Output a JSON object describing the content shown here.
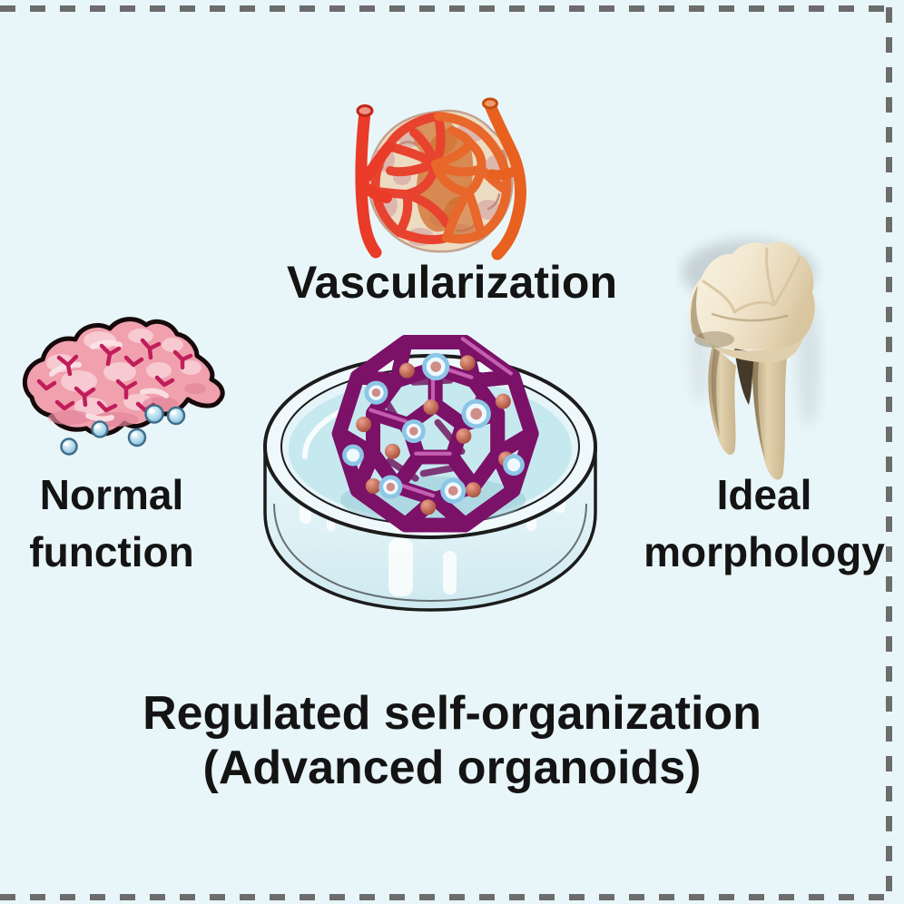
{
  "figure": {
    "type": "graphical-abstract-panel",
    "colors": {
      "background": "#e9f6f9",
      "dashed_border": "#6c6c6c",
      "text": "#141414",
      "vessel_red": "#e8432f",
      "vessel_orange": "#e8672b",
      "organoid_cage_magenta": "#a82790",
      "tissue_pink": "#f0a1ad",
      "tissue_mark_pink": "#c11d5b",
      "dish_liquid_blue": "#c6e8ef",
      "droplet_blue": "#bfe2f2",
      "tooth_cream": "#f3e9d2",
      "cell_sphere_salmon": "#c06a56",
      "cell_ring_blue": "#8cc6e6"
    },
    "labels": {
      "vascularization": "Vascularization",
      "normal_function": [
        "Normal",
        "function"
      ],
      "ideal_morphology": [
        "Ideal",
        "morphology"
      ],
      "caption": [
        "Regulated self-organization",
        "(Advanced organoids)"
      ]
    },
    "illustrations": {
      "vascularized_organoid": "vascularized-organoid-illustration",
      "secreting_tissue": "secreting-tissue-illustration",
      "secretion_droplets": "secretion-droplets",
      "petri_dish_organoid": "petri-dish-with-organoid-cage-illustration",
      "molar_tooth": "molar-tooth-illustration"
    }
  }
}
